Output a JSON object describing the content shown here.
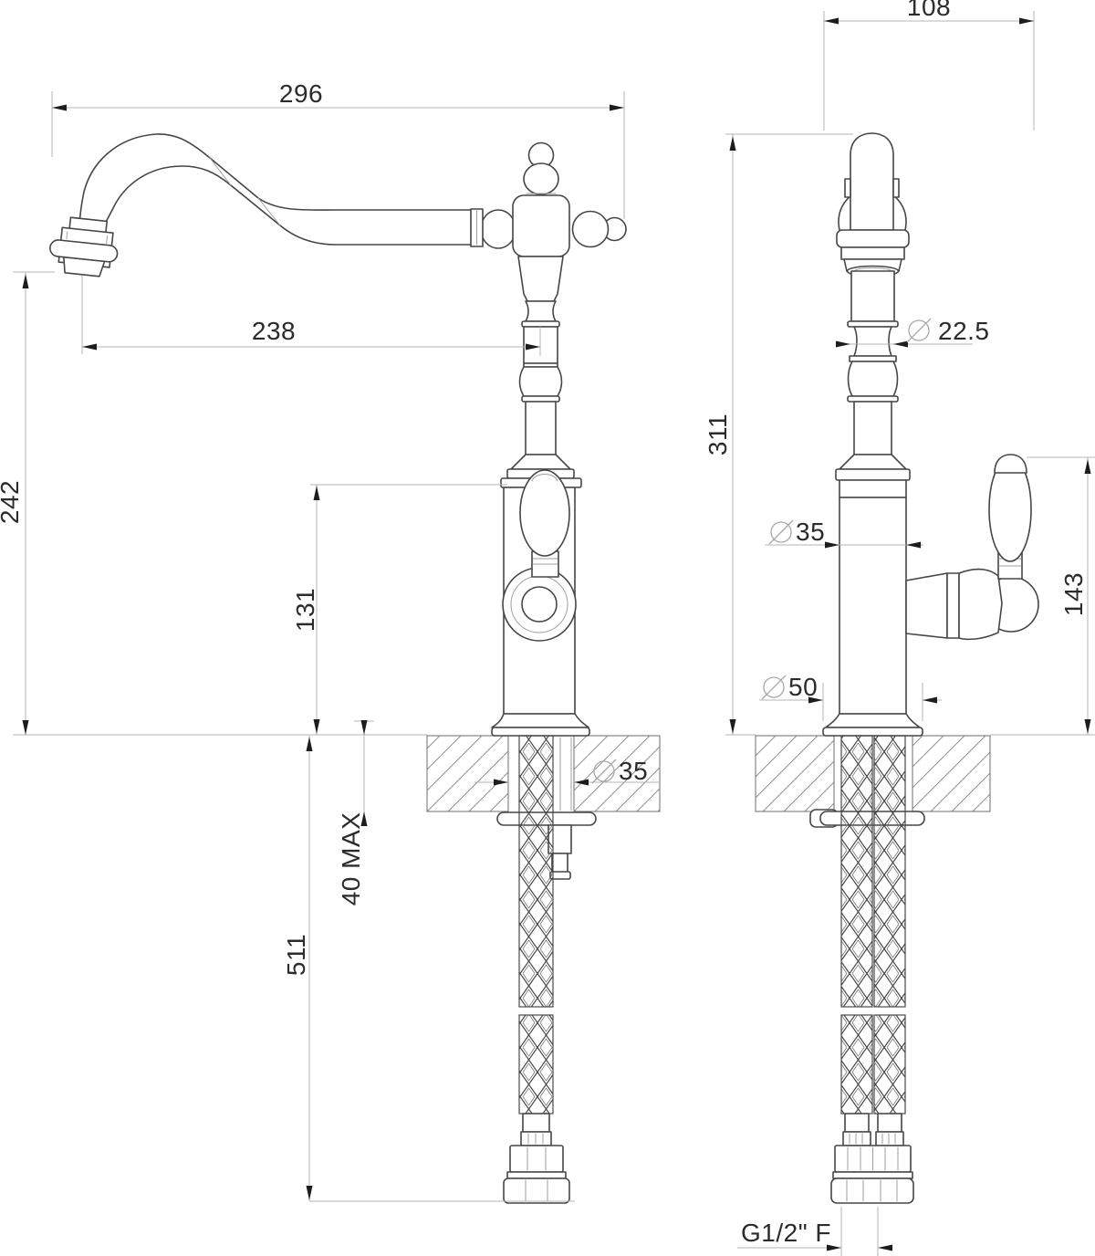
{
  "drawing": {
    "type": "technical-dimension-drawing",
    "subject": "Traditional kitchen sink mixer tap - front and side elevations with installation dimensions",
    "views": {
      "left": "front elevation",
      "right": "side elevation"
    },
    "units": "mm",
    "background_color": "#ffffff",
    "outline_color": "#464646",
    "dimension_line_color": "#b5b5b5",
    "text_color": "#2b2b2b"
  },
  "dims": {
    "overall_width": {
      "value": "296",
      "orientation": "horizontal",
      "view": "front"
    },
    "spout_reach": {
      "value": "238",
      "orientation": "horizontal",
      "view": "front"
    },
    "spout_height": {
      "value": "242",
      "orientation": "vertical",
      "view": "front"
    },
    "body_height": {
      "value": "131",
      "orientation": "vertical",
      "view": "front"
    },
    "hose_length": {
      "value": "511",
      "orientation": "vertical",
      "view": "front"
    },
    "max_deck_thickness": {
      "value": "40 MAX",
      "orientation": "vertical",
      "view": "front"
    },
    "hole_diameter": {
      "value": "35",
      "diameter_symbol": true,
      "view": "front"
    },
    "depth": {
      "value": "108",
      "orientation": "horizontal",
      "view": "side"
    },
    "overall_height": {
      "value": "311",
      "orientation": "vertical",
      "view": "side"
    },
    "spout_diameter": {
      "value": "22.5",
      "diameter_symbol": true,
      "view": "side"
    },
    "body_diameter": {
      "value": "35",
      "diameter_symbol": true,
      "view": "side"
    },
    "base_diameter": {
      "value": "50",
      "diameter_symbol": true,
      "view": "side"
    },
    "handle_height": {
      "value": "143",
      "orientation": "vertical",
      "view": "side"
    },
    "connection_thread": {
      "value": "G1/2\" F",
      "orientation": "horizontal",
      "view": "side"
    }
  }
}
